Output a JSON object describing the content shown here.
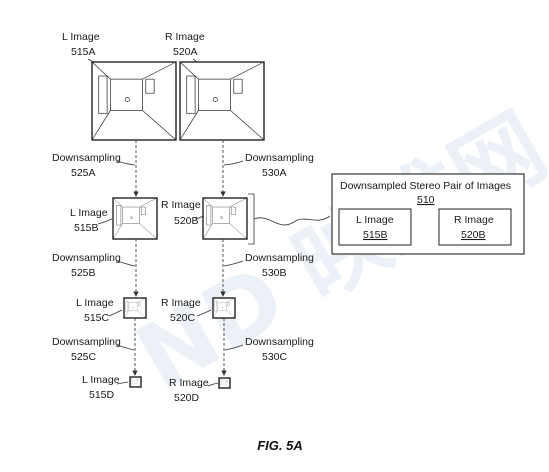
{
  "figure_title": "FIG. 5A",
  "images": {
    "l_full": {
      "name": "L Image",
      "ref": "515A"
    },
    "r_full": {
      "name": "R Image",
      "ref": "520A"
    },
    "l_half": {
      "name": "L Image",
      "ref": "515B"
    },
    "r_half": {
      "name": "R Image",
      "ref": "520B"
    },
    "l_quarter": {
      "name": "L Image",
      "ref": "515C"
    },
    "r_quarter": {
      "name": "R Image",
      "ref": "520C"
    },
    "l_eighth": {
      "name": "L Image",
      "ref": "515D"
    },
    "r_eighth": {
      "name": "R Image",
      "ref": "520D"
    }
  },
  "steps": {
    "l1": {
      "label": "Downsampling",
      "ref": "525A"
    },
    "r1": {
      "label": "Downsampling",
      "ref": "530A"
    },
    "l2": {
      "label": "Downsampling",
      "ref": "525B"
    },
    "r2": {
      "label": "Downsampling",
      "ref": "530B"
    },
    "l3": {
      "label": "Downsampling",
      "ref": "525C"
    },
    "r3": {
      "label": "Downsampling",
      "ref": "530C"
    }
  },
  "stereo_pair": {
    "title": "Downsampled Stereo Pair of Images",
    "ref": "510",
    "left": {
      "name": "L Image",
      "ref": "515B"
    },
    "right": {
      "name": "R Image",
      "ref": "520B"
    }
  },
  "watermark": "ND 映维网"
}
